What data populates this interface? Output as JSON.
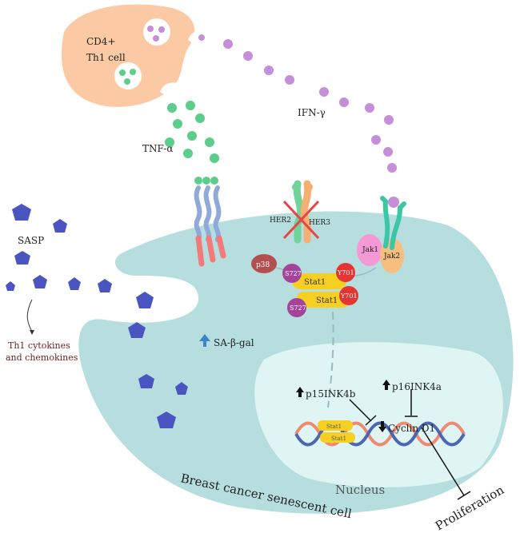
{
  "th1_cell": {
    "label_line1": "CD4+",
    "label_line2": "Th1 cell"
  },
  "cytokines": {
    "tnf": "TNF-α",
    "ifn": "IFN-γ"
  },
  "receptors": {
    "her2": "HER2",
    "her3": "HER3",
    "jak1": "Jak1",
    "jak2": "Jak2"
  },
  "signaling": {
    "p38": "p38",
    "s727": "S727",
    "y701": "Y701",
    "stat1": "Stat1"
  },
  "sasp": {
    "label": "SASP",
    "result_line1": "Th1 cytokines",
    "result_line2": "and chemokines"
  },
  "senescence_marker": "SA-β-gal",
  "nucleus": {
    "label": "Nucleus",
    "p15": "p15INK4b",
    "p16": "p16INK4a",
    "cyclin": "Cyclin D1"
  },
  "cell_label": "Breast cancer senescent cell",
  "outcome": "Proliferation",
  "colors": {
    "cell": "#b7dede",
    "nucleus": "#def5f3",
    "th1": "#fbc9a3",
    "ifn": "#c48fd8",
    "tnf": "#5dcd8c",
    "sasp": "#4a55c2",
    "stat1": "#f5cf22",
    "y701": "#e43434",
    "s727": "#a3449a",
    "p38": "#b34f50",
    "text_dark_red": "#6b1e1e"
  }
}
